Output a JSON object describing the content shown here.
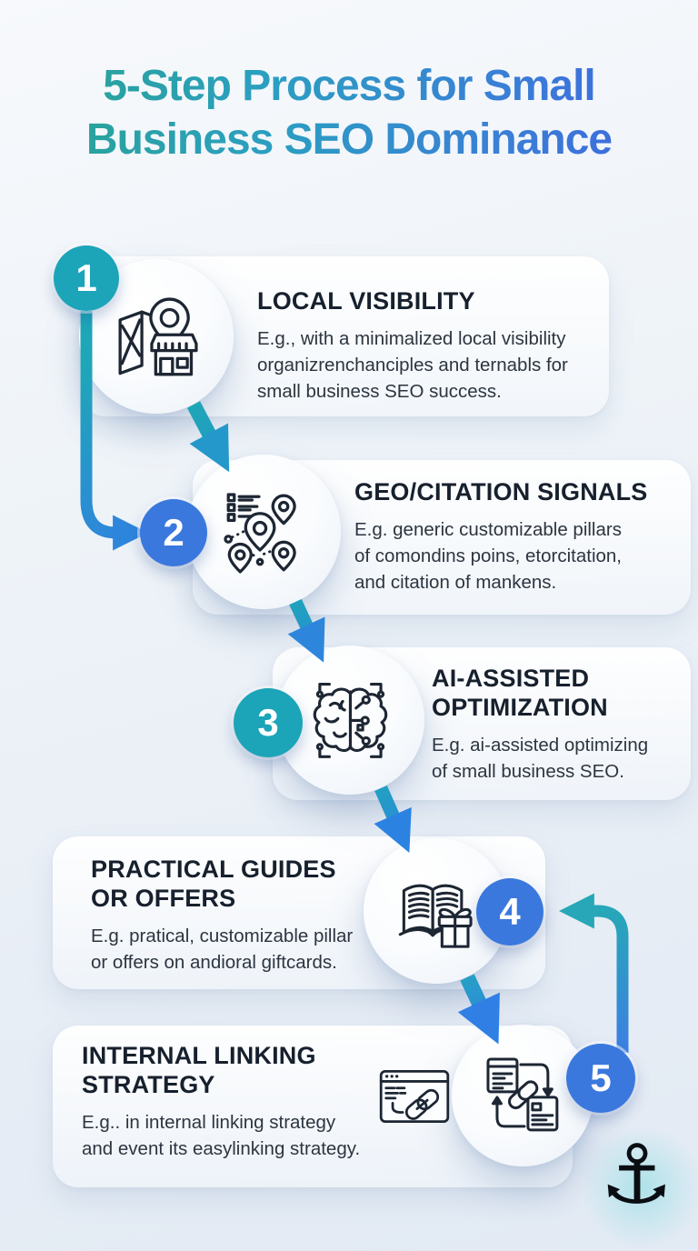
{
  "title": {
    "lines": [
      "5-Step Process for Small",
      "Business SEO Dominance"
    ],
    "text": "5-Step Process for Small Business SEO Dominance"
  },
  "colors": {
    "teal_badge": "#1CA4B8",
    "blue_badge": "#3A78DD",
    "title_gradient_start": "#2AA392",
    "title_gradient_end": "#3E66DF",
    "arrow_teal": "#1FA6B8",
    "arrow_blue": "#2F80DE",
    "heading_text": "#17202D",
    "body_text": "#2C3540"
  },
  "steps": [
    {
      "number": "1",
      "badge_color": "#1CA4B8",
      "icon": "map-pin-storefront-icon",
      "heading_lines": [
        "LOCAL VISIBILITY"
      ],
      "body_lines": [
        "E.g., with a minimalized local visibility",
        "organizrenchanciples and ternabls for",
        "small business SEO success."
      ]
    },
    {
      "number": "2",
      "badge_color": "#3A78DD",
      "icon": "citation-network-icon",
      "heading_lines": [
        "GEO/CITATION SIGNALS"
      ],
      "body_lines": [
        "E.g. generic customizable pillars",
        "of comondins poins, etorcitation,",
        "and citation of mankens."
      ]
    },
    {
      "number": "3",
      "badge_color": "#1CA4B8",
      "icon": "ai-brain-circuit-icon",
      "heading_lines": [
        "AI-ASSISTED",
        "OPTIMIZATION"
      ],
      "body_lines": [
        "E.g. ai-assisted optimizing",
        "of small business SEO."
      ]
    },
    {
      "number": "4",
      "badge_color": "#3A78DD",
      "icon": "guide-book-gift-icon",
      "heading_lines": [
        "PRACTICAL GUIDES",
        "OR OFFERS"
      ],
      "body_lines": [
        "E.g. pratical, customizable pillar",
        "or offers on andioral giftcards."
      ]
    },
    {
      "number": "5",
      "badge_color": "#3A78DD",
      "icon": "internal-linking-icon",
      "heading_lines": [
        "INTERNAL LINKING",
        "STRATEGY"
      ],
      "body_lines": [
        "E.g.. in internal linking strategy",
        "and event its easylinking strategy."
      ]
    }
  ],
  "footer": {
    "anchor_glyph": "⚓"
  }
}
